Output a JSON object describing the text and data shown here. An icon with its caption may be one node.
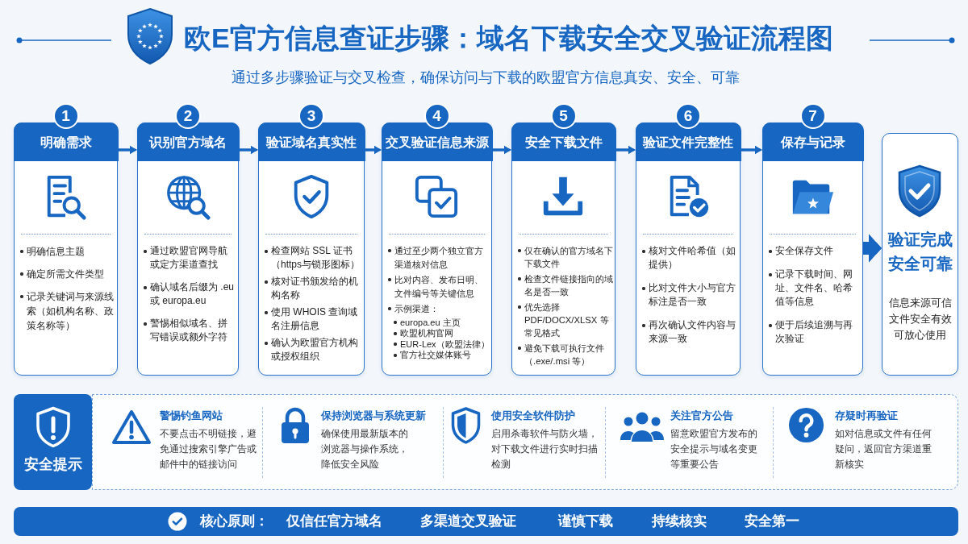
{
  "diagram": {
    "title": "欧E官方信息查证步骤：域名下载安全交叉验证流程图",
    "nodes": [
      {
        "text": [
          "1",
          "明确需求",
          "明确信息主题",
          "确定所需文件类型",
          "记录关键词与来源线索（如机构名称、政策名称等）"
        ]
      },
      {
        "text": [
          "2",
          "识别官方域名",
          "通过欧盟官网导航或定方渠道查找",
          "确认域名后缀为 .eu 或 europa.eu",
          "警惕相似域名、拼写错误或额外字符"
        ]
      },
      {
        "text": [
          "3",
          "验证域名真实性",
          "检查网站 SSL 证书（https与锁形图标）",
          "核对证书颁发给的机构名称",
          "使用 WHOIS 查询域名注册信息",
          "确认为欧盟官方机构或授权组织"
        ]
      },
      {
        "text": [
          "4",
          "交叉验证信息来源",
          "通过至少两个独立官方渠道核对信息",
          "比对内容、发布日明、文件编号等关键信息",
          "示例渠道：",
          "europa.eu 主页",
          "欧盟机构官网",
          "EUR-Lex（欧盟法律）",
          "官方社交媒体账号"
        ]
      },
      {
        "text": [
          "5",
          "安全下载文件",
          "仅在确认的官方域名下下载文件",
          "检查文件链接指向的域名是否一致",
          "优先选择 PDF/DOCX/XLSX 等常见格式",
          "避免下载可执行文件（.exe/.msi 等）"
        ]
      },
      {
        "text": [
          "6",
          "验证文件完整性",
          "核对文件哈希值（如提供）",
          "比对文件大小与官方标注是否一致",
          "再次确认文件内容与来源一致"
        ]
      },
      {
        "text": [
          "7",
          "保存与记录",
          "安全保存文件",
          "记录下载时间、网址、文件名、哈希值等信息",
          "便于后续追溯与再次验证"
        ]
      },
      {
        "text": [
          "验证完成安全可靠",
          "信息来源可信文件安全有效可放心使用"
        ]
      },
      {
        "text": [
          "安全提示"
        ]
      },
      {
        "text": [
          "警惕钓鱼网站",
          "不要点击不明链接，避免通过搜索引擎广告或邮件中的链接访问",
          "保持浏览器与系统更新",
          "确保使用最新版本的浏览器与操作系统，降低安全风险",
          "使用安全软件防护",
          "启用杀毒软件与防火墙，对下载文件进行实时扫描检测",
          "关注官方公告",
          "留意欧盟官方发布的安全提示与域名变更等重要公告",
          "存疑时再验证",
          "如对信息或文件有任何疑问，返回官方渠道重新核实"
        ]
      },
      {
        "text": [
          "核心原则：",
          "仅信任官方域名",
          "多渠道交叉验证",
          "谨慎下载",
          "持续核实",
          "安全第一"
        ]
      }
    ],
    "edges": [
      {
        "from": 0,
        "to": 1,
        "arrow": "to"
      },
      {
        "from": 1,
        "to": 2,
        "arrow": "to"
      },
      {
        "from": 2,
        "to": 3,
        "arrow": "to"
      },
      {
        "from": 3,
        "to": 4,
        "arrow": "to"
      },
      {
        "from": 4,
        "to": 5,
        "arrow": "to"
      },
      {
        "from": 5,
        "to": 6,
        "arrow": "to"
      },
      {
        "from": 6,
        "to": 7,
        "arrow": "to",
        "style": "thick"
      }
    ],
    "labels": [
      "通过多步骤验证与交叉检查，确保访问与下载的欧盟官方信息真安、安全、可靠"
    ]
  }
}
